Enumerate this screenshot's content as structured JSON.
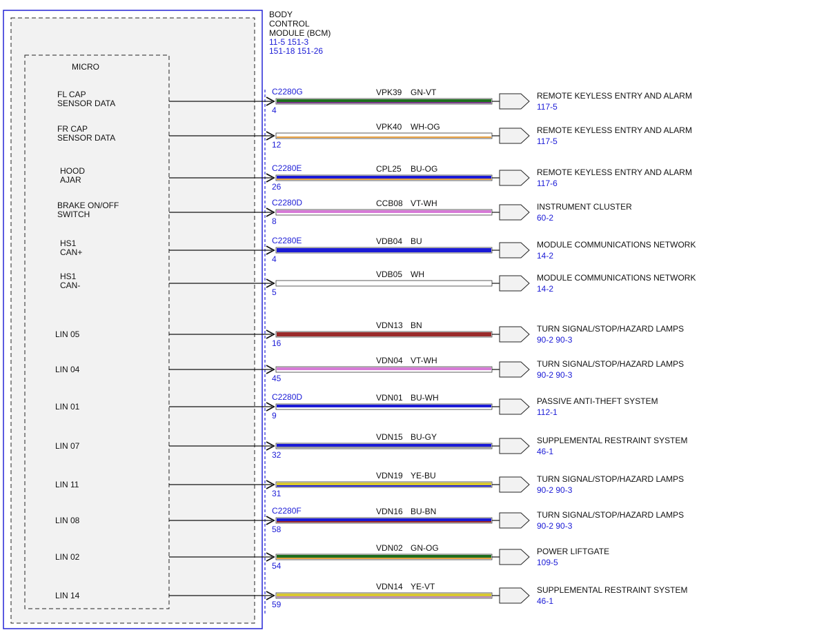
{
  "module": {
    "title_lines": [
      "BODY",
      "CONTROL",
      "MODULE (BCM)"
    ],
    "ref_lines": [
      "11-5    151-3",
      "151-18  151-26"
    ],
    "micro_label": "MICRO"
  },
  "colors": {
    "frame": "#2424d6",
    "ref_text": "#1a1ad6",
    "box_fill": "#f2f2f2"
  },
  "circuits": [
    {
      "pin_lines": [
        "FL CAP",
        "SENSOR DATA"
      ],
      "connector": "C2280G",
      "pin": "4",
      "circuit": "VPK39",
      "wire_color": "GN-VT",
      "colors": [
        "#1e6e1e",
        "#7a3a8a"
      ],
      "dest": "REMOTE KEYLESS ENTRY AND ALARM",
      "ref": "117-5"
    },
    {
      "pin_lines": [
        "FR CAP",
        "SENSOR DATA"
      ],
      "connector": "",
      "pin": "12",
      "circuit": "VPK40",
      "wire_color": "WH-OG",
      "colors": [
        "#ffffff",
        "#e8a040"
      ],
      "dest": "REMOTE KEYLESS ENTRY AND ALARM",
      "ref": "117-5"
    },
    {
      "pin_lines": [
        "HOOD",
        "AJAR"
      ],
      "connector": "C2280E",
      "pin": "26",
      "circuit": "CPL25",
      "wire_color": "BU-OG",
      "colors": [
        "#1a1ad6",
        "#e8a040"
      ],
      "dest": "REMOTE KEYLESS ENTRY AND ALARM",
      "ref": "117-6"
    },
    {
      "pin_lines": [
        "BRAKE ON/OFF",
        "SWITCH"
      ],
      "connector": "C2280D",
      "pin": "8",
      "circuit": "CCB08",
      "wire_color": "VT-WH",
      "colors": [
        "#d67ad6",
        "#ffffff"
      ],
      "dest": "INSTRUMENT CLUSTER",
      "ref": "60-2"
    },
    {
      "pin_lines": [
        "HS1",
        "CAN+"
      ],
      "connector": "C2280E",
      "pin": "4",
      "circuit": "VDB04",
      "wire_color": "BU",
      "colors": [
        "#1a1ad6",
        "#1a1ad6"
      ],
      "dest": "MODULE COMMUNICATIONS NETWORK",
      "ref": "14-2"
    },
    {
      "pin_lines": [
        "HS1",
        "CAN-"
      ],
      "connector": "",
      "pin": "5",
      "circuit": "VDB05",
      "wire_color": "WH",
      "colors": [
        "#ffffff",
        "#ffffff"
      ],
      "dest": "MODULE COMMUNICATIONS NETWORK",
      "ref": "14-2"
    },
    {
      "pin_lines": [
        "LIN 05"
      ],
      "connector": "",
      "pin": "16",
      "circuit": "VDN13",
      "wire_color": "BN",
      "colors": [
        "#9a2a2a",
        "#9a2a2a"
      ],
      "dest": "TURN SIGNAL/STOP/HAZARD LAMPS",
      "ref": "90-2   90-3"
    },
    {
      "pin_lines": [
        "LIN 04"
      ],
      "connector": "",
      "pin": "45",
      "circuit": "VDN04",
      "wire_color": "VT-WH",
      "colors": [
        "#d67ad6",
        "#ffffff"
      ],
      "dest": "TURN SIGNAL/STOP/HAZARD LAMPS",
      "ref": "90-2   90-3"
    },
    {
      "pin_lines": [
        "LIN 01"
      ],
      "connector": "C2280D",
      "pin": "9",
      "circuit": "VDN01",
      "wire_color": "BU-WH",
      "colors": [
        "#1a1ad6",
        "#ffffff"
      ],
      "dest": "PASSIVE ANTI-THEFT SYSTEM",
      "ref": "112-1"
    },
    {
      "pin_lines": [
        "LIN 07"
      ],
      "connector": "",
      "pin": "32",
      "circuit": "VDN15",
      "wire_color": "BU-GY",
      "colors": [
        "#1a1ad6",
        "#9a9a9a"
      ],
      "dest": "SUPPLEMENTAL RESTRAINT SYSTEM",
      "ref": "46-1"
    },
    {
      "pin_lines": [
        "LIN 11"
      ],
      "connector": "",
      "pin": "31",
      "circuit": "VDN19",
      "wire_color": "YE-BU",
      "colors": [
        "#d8c830",
        "#1a1ad6"
      ],
      "dest": "TURN SIGNAL/STOP/HAZARD LAMPS",
      "ref": "90-2   90-3"
    },
    {
      "pin_lines": [
        "LIN 08"
      ],
      "connector": "C2280F",
      "pin": "58",
      "circuit": "VDN16",
      "wire_color": "BU-BN",
      "colors": [
        "#1a1ad6",
        "#9a2a2a"
      ],
      "dest": "TURN SIGNAL/STOP/HAZARD LAMPS",
      "ref": "90-2   90-3"
    },
    {
      "pin_lines": [
        "LIN 02"
      ],
      "connector": "",
      "pin": "54",
      "circuit": "VDN02",
      "wire_color": "GN-OG",
      "colors": [
        "#1e6e1e",
        "#e8a040"
      ],
      "dest": "POWER LIFTGATE",
      "ref": "109-5"
    },
    {
      "pin_lines": [
        "LIN 14"
      ],
      "connector": "",
      "pin": "59",
      "circuit": "VDN14",
      "wire_color": "YE-VT",
      "colors": [
        "#d8c830",
        "#b888b8"
      ],
      "dest": "SUPPLEMENTAL RESTRAINT SYSTEM",
      "ref": "46-1"
    }
  ]
}
